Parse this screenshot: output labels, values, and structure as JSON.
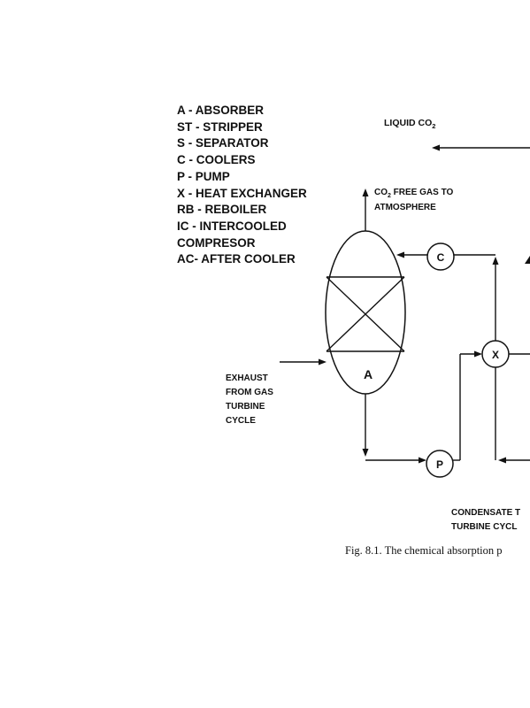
{
  "legend": [
    "A - ABSORBER",
    "ST - STRIPPER",
    "S - SEPARATOR",
    "C - COOLERS",
    "P - PUMP",
    "X - HEAT EXCHANGER",
    "RB - REBOILER",
    "IC - INTERCOOLED",
    "COMPRESOR",
    "AC- AFTER COOLER"
  ],
  "labels": {
    "liquid_co2_main": "LIQUID CO",
    "liquid_co2_sub": "2",
    "co2_free_line1_pre": "CO",
    "co2_free_line1_sub": "2",
    "co2_free_line1_post": " FREE GAS TO",
    "co2_free_line2": "ATMOSPHERE",
    "exhaust_line1": "EXHAUST",
    "exhaust_line2": "FROM GAS",
    "exhaust_line3": "TURBINE",
    "exhaust_line4": "CYCLE",
    "condensate_line1": "CONDENSATE T",
    "condensate_line2": "TURBINE CYCL"
  },
  "units": {
    "absorber": "A",
    "cooler": "C",
    "heat_exchanger": "X",
    "pump": "P"
  },
  "caption": "Fig. 8.1. The chemical absorption p"
}
